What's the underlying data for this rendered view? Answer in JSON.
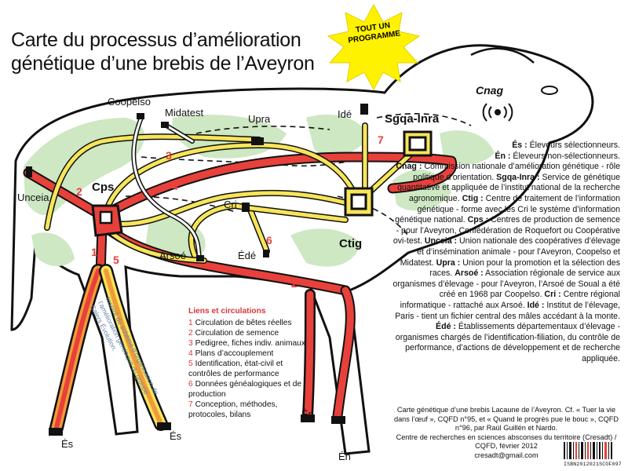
{
  "title": {
    "line1": "Carte du processus d’amélioration",
    "line2": "génétique d’une brebis de l’Aveyron"
  },
  "badge": {
    "line1": "TOUT UN",
    "line2": "PROGRAMME"
  },
  "nodes": {
    "coopelso": "Coopelso",
    "midatest": "Midatest",
    "upra": "Upra",
    "ide": "Idé",
    "sgqa": "Sgqa-Inra",
    "cnag": "Cnag",
    "unceia": "Unceia",
    "cps": "Cps",
    "cri": "Cri",
    "ctig": "Ctig",
    "arsoe": "Arsoé",
    "ede": "Édé",
    "es_left": "És",
    "es_right": "És",
    "en_left": "Én",
    "en_right": "Én"
  },
  "route_numbers": [
    "1",
    "2",
    "2",
    "3",
    "4",
    "5",
    "6",
    "7"
  ],
  "legend": {
    "title": "Liens et circulations",
    "items": [
      {
        "num": "1",
        "label": "Circulation de bêtes réelles"
      },
      {
        "num": "2",
        "label": "Circulation de semence"
      },
      {
        "num": "3",
        "label": "Pedigree, fiches indiv. animaux"
      },
      {
        "num": "4",
        "label": "Plans d’accouplement"
      },
      {
        "num": "5",
        "label": "Identification, état-civil et contrôles de performance"
      },
      {
        "num": "6",
        "label": "Données généalogiques et de production"
      },
      {
        "num": "7",
        "label": "Conception, méthodes, protocoles, bilans"
      }
    ]
  },
  "glossary": [
    {
      "term": "És :",
      "def": "Éleveurs sélectionneurs."
    },
    {
      "term": "Én :",
      "def": "Éleveurs non-sélectionneurs."
    },
    {
      "term": "Cnag :",
      "def": "Commission nationale d’amélioration génétique - rôle politique d’orientation."
    },
    {
      "term": "Sgqa-Inra :",
      "def": "Service de génétique quantitative et appliquée de l’institut national de la recherche agronomique."
    },
    {
      "term": "Ctig :",
      "def": "Centre de traitement de l’information génétique - forme avec les Cri le système d’information génétique national."
    },
    {
      "term": "Cps :",
      "def": "Centres de production de semence - pour l’Aveyron, Confédération de Roquefort ou Coopérative ovi-test."
    },
    {
      "term": "Unceia :",
      "def": "Union nationale des coopératives d’élevage et d’insémination animale - pour l’Aveyron, Coopelso et Midatest."
    },
    {
      "term": "Upra :",
      "def": "Union pour la promotion et la sélection des races."
    },
    {
      "term": "Arsoé :",
      "def": "Association régionale de service aux organismes d’élevage - pour l’Aveyron, l’Arsoé de Soual a été créé en 1968 par Coopelso."
    },
    {
      "term": "Cri :",
      "def": "Centre régional informatique - rattaché aux Arsoé."
    },
    {
      "term": "Idé :",
      "def": "Institut de l’élevage, Paris - tient un fichier central des mâles accédant à la monte."
    },
    {
      "term": "Édé :",
      "def": "Établissements départementaux d’élevage - organismes chargés de l’identification-filiation, du contrôle de performance, d’actions de développement et de recherche appliquée."
    }
  ],
  "credit": {
    "line1": "Carte génétique d’une brebis Lacaune de l’Aveyron. Cf. « Tuer la vie dans l’œuf », CQFD n°95, et « Quand le progrès pue le bouc », CQFD n°96, par Raúl Guillén et Nardo.",
    "line2": "Centre de recherches en sciences absconses du territoire (Cresadt) / CQFD, février 2012",
    "line3": "cresadt@gmail.com"
  },
  "inspiration": "Inspiré du schéma d’organisation de l’amélioration génétique du groupe Salers Évolution.",
  "isbn": "ISBN2012021SCOF097",
  "colors": {
    "land": "#cde8c2",
    "route_red": "#e8413b",
    "route_yellow": "#f7e55a",
    "route_orange": "#f29a38",
    "route_white": "#ffffff",
    "outline": "#111111",
    "legend_red": "#d8383a",
    "badge": "#fff200"
  }
}
